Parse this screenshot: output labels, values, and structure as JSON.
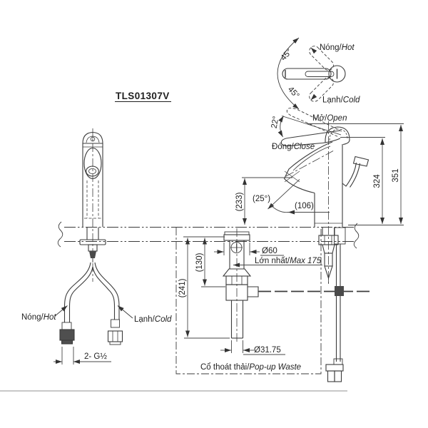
{
  "title": "TLS01307V",
  "colors": {
    "line": "#3b3b3b",
    "dim_line": "#474747",
    "text": "#1f1f1f",
    "bottom_rule": "#b5b5b5"
  },
  "top_view": {
    "angle_upper": "45°",
    "angle_lower": "45°",
    "hot": {
      "vi": "Nóng/",
      "en": "Hot"
    },
    "cold": {
      "vi": "Lạnh/",
      "en": "Cold"
    }
  },
  "side_view": {
    "open": {
      "vi": "Mở/",
      "en": "Open"
    },
    "close": {
      "vi": "Đóng/",
      "en": "Close"
    },
    "handle_angle": "22°",
    "spout_angle": "(25°)",
    "dim_spout_height": "(233)",
    "dim_reach": "(106)",
    "dim_body_height": "324",
    "dim_total_height": "351"
  },
  "front_view": {
    "hot": {
      "vi": "Nóng/",
      "en": "Hot"
    },
    "cold": {
      "vi": "Lạnh/",
      "en": "Cold"
    },
    "dim_thread": "2- G½"
  },
  "popup_waste": {
    "dim_flange": "Ø60",
    "dim_max": {
      "vi": "Lớn nhất/",
      "en": "Max 175"
    },
    "dim_upper": "(130)",
    "dim_total": "(241)",
    "dim_pipe": "Ø31.75",
    "label": {
      "vi": "Cổ thoát thải/",
      "en": "Pop-up Waste"
    }
  }
}
